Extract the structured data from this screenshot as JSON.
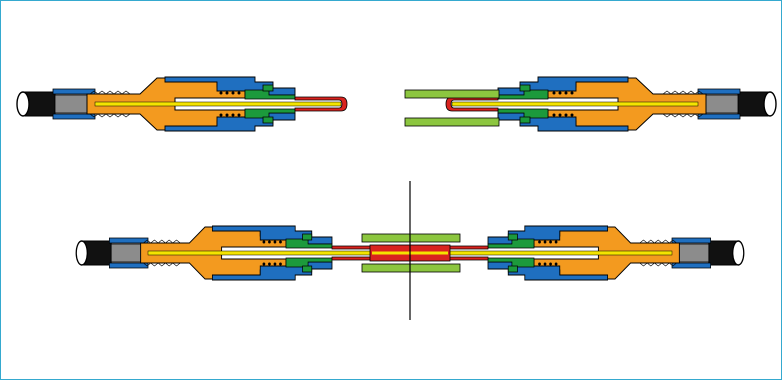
{
  "colors": {
    "frame": "#35a9cf",
    "body": "#f39a1f",
    "sleeve": "#1f6fc0",
    "ferrule_holder": "#1c9a3c",
    "ferrule": "#d9231f",
    "alignment_sleeve": "#8cc63f",
    "fiber": "#f4e400",
    "buffer": "#8c8c8c",
    "jacket": "#111111",
    "outline": "#000000"
  },
  "diagram": {
    "views": [
      "separated-connectors",
      "mated-connectors"
    ],
    "icons": [
      "thread-icon",
      "spring-icon",
      "cable-icon",
      "mating-plane-line"
    ]
  }
}
